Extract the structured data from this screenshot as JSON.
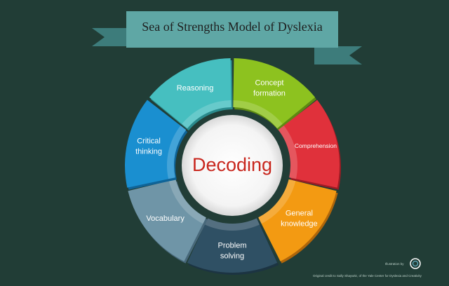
{
  "title": "Sea of Strengths Model of Dyslexia",
  "center_label": "Decoding",
  "segments": [
    {
      "label_lines": [
        "Concept",
        "formation"
      ],
      "color": "#8dc21f",
      "dark": "#5e8a12"
    },
    {
      "label_lines": [
        "Comprehension"
      ],
      "color": "#e0313b",
      "dark": "#9c1c24"
    },
    {
      "label_lines": [
        "General",
        "knowledge"
      ],
      "color": "#f39a12",
      "dark": "#b0660a"
    },
    {
      "label_lines": [
        "Problem",
        "solving"
      ],
      "color": "#2f5064",
      "dark": "#1c3442"
    },
    {
      "label_lines": [
        "Vocabulary"
      ],
      "color": "#6f95a7",
      "dark": "#48687a"
    },
    {
      "label_lines": [
        "Critical",
        "thinking"
      ],
      "color": "#1a8fd0",
      "dark": "#0f6498"
    },
    {
      "label_lines": [
        "Reasoning"
      ],
      "color": "#46bfc0",
      "dark": "#2a8a8c"
    }
  ],
  "credit": {
    "illustration": "Illustration by",
    "line": "Original credit to Sally Shaywitz, of the Yale Center for Dyslexia and Creativity"
  },
  "colors": {
    "background": "#213d36",
    "banner": "#5fa7a5",
    "banner_tail": "#3d7c7b",
    "hub": "#ffffff",
    "center_text": "#c8261d"
  }
}
